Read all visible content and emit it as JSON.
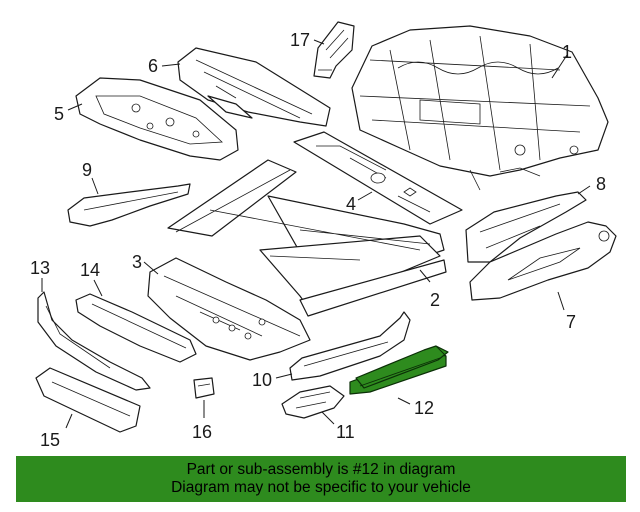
{
  "callouts": [
    {
      "id": "1",
      "label": "1"
    },
    {
      "id": "2",
      "label": "2"
    },
    {
      "id": "3",
      "label": "3"
    },
    {
      "id": "4",
      "label": "4"
    },
    {
      "id": "5",
      "label": "5"
    },
    {
      "id": "6",
      "label": "6"
    },
    {
      "id": "7",
      "label": "7"
    },
    {
      "id": "8",
      "label": "8"
    },
    {
      "id": "9",
      "label": "9"
    },
    {
      "id": "10",
      "label": "10"
    },
    {
      "id": "11",
      "label": "11"
    },
    {
      "id": "12",
      "label": "12"
    },
    {
      "id": "13",
      "label": "13"
    },
    {
      "id": "14",
      "label": "14"
    },
    {
      "id": "15",
      "label": "15"
    },
    {
      "id": "16",
      "label": "16"
    },
    {
      "id": "17",
      "label": "17"
    }
  ],
  "highlighted_part": "12",
  "colors": {
    "highlight": "#2e8b1e",
    "banner": "#2e8b1e",
    "line": "#1a1a1a"
  },
  "banner": {
    "line1": "Part or sub-assembly is #12 in diagram",
    "line2": "Diagram may not be specific to your vehicle"
  }
}
